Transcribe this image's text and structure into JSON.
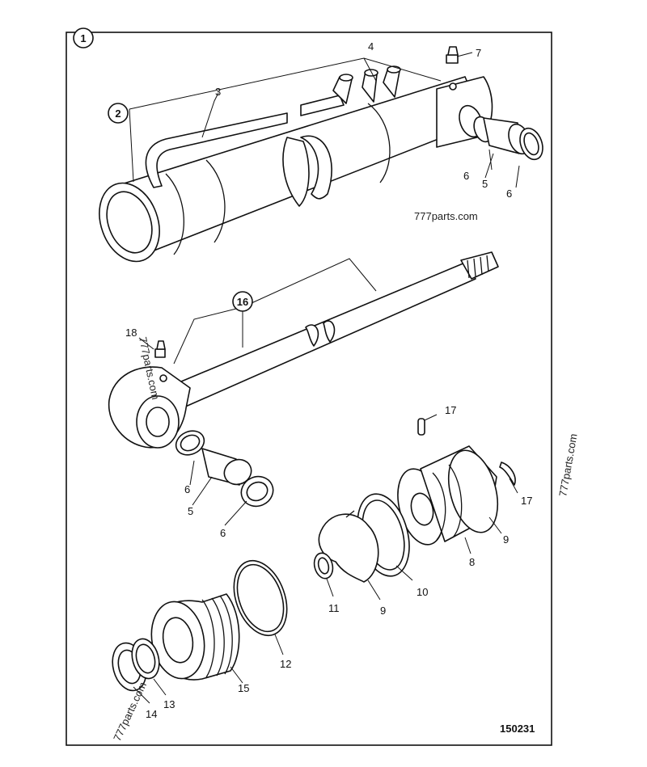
{
  "drawing_number": "150231",
  "watermark": "777parts.com",
  "callouts": {
    "c1": "1",
    "c2": "2",
    "c3": "3",
    "c4": "4",
    "c5a": "5",
    "c5b": "5",
    "c6a": "6",
    "c6b": "6",
    "c6c": "6",
    "c6d": "6",
    "c7": "7",
    "c8": "8",
    "c9a": "9",
    "c9b": "9",
    "c10": "10",
    "c11": "11",
    "c12": "12",
    "c13": "13",
    "c14": "14",
    "c15": "15",
    "c16": "16",
    "c17a": "17",
    "c17b": "17",
    "c18": "18"
  }
}
